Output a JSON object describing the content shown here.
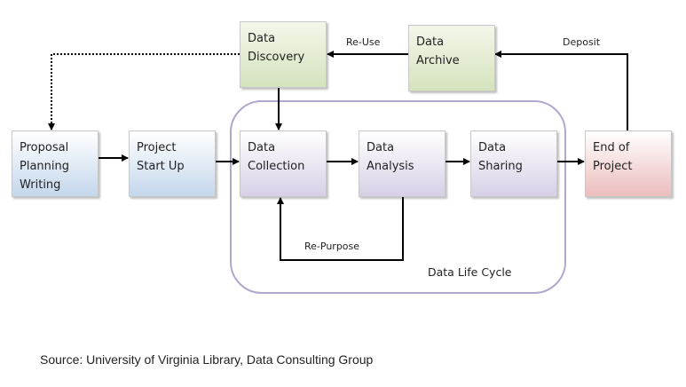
{
  "boxes": {
    "proposal": [
      "Proposal",
      "Planning",
      "Writing"
    ],
    "startup": [
      "Project",
      "Start Up"
    ],
    "collection": [
      "Data",
      "Collection"
    ],
    "analysis": [
      "Data",
      "Analysis"
    ],
    "sharing": [
      "Data",
      "Sharing"
    ],
    "end": [
      "End of",
      "Project"
    ],
    "discovery": [
      "Data",
      "Discovery"
    ],
    "archive": [
      "Data",
      "Archive"
    ]
  },
  "labels": {
    "reuse": "Re-Use",
    "deposit": "Deposit",
    "repurpose": "Re-Purpose",
    "lifecycle": "Data Life Cycle"
  },
  "source": "Source: University of Virginia Library, Data Consulting Group"
}
